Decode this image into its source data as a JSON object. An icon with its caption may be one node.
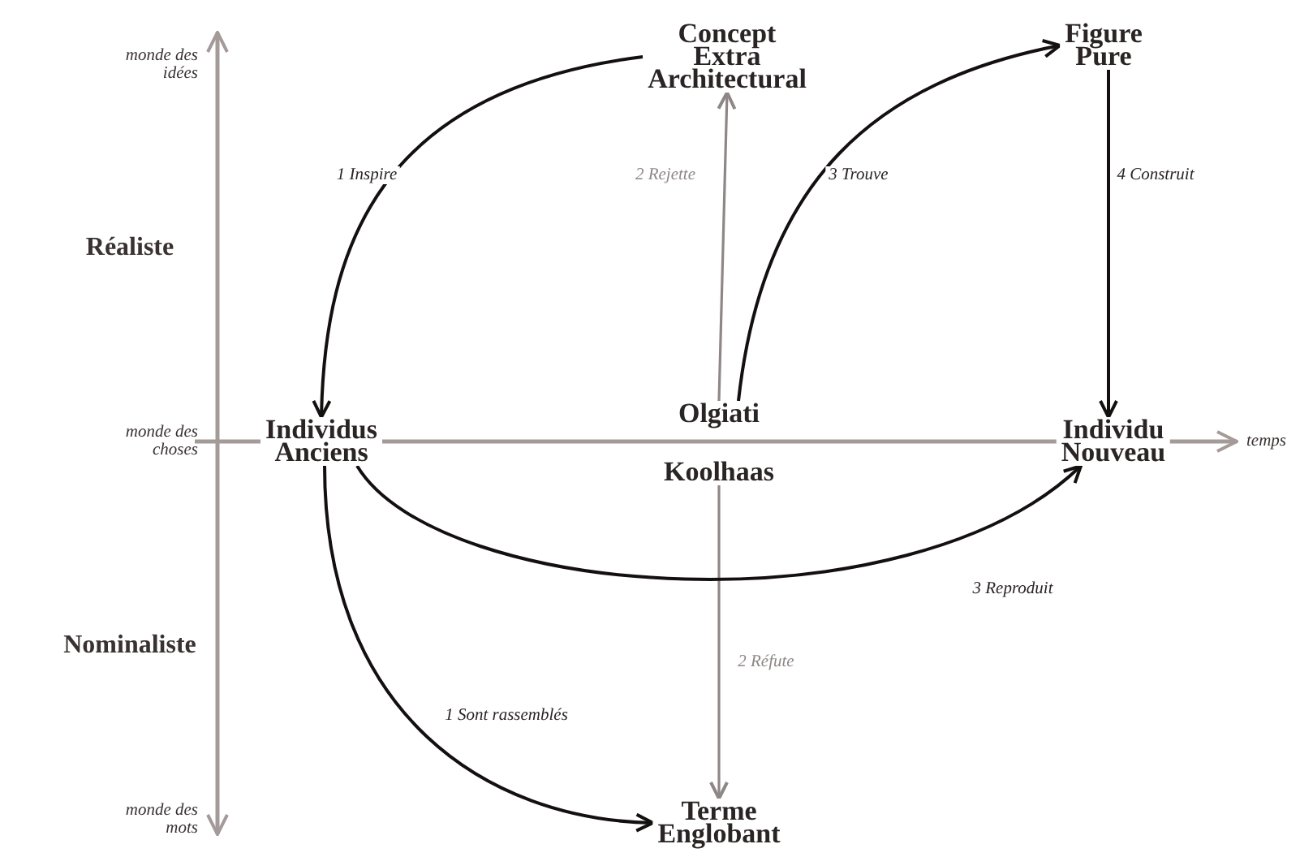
{
  "diagram": {
    "nodes": [
      {
        "text": [
          "Concept Extra Architectural"
        ]
      },
      {
        "text": [
          "Figure Pure"
        ]
      },
      {
        "text": [
          "Individus Anciens"
        ]
      },
      {
        "text": [
          "Olgiati"
        ]
      },
      {
        "text": [
          "Koolhaas"
        ]
      },
      {
        "text": [
          "Individu Nouveau"
        ]
      },
      {
        "text": [
          "Terme Englobant"
        ]
      }
    ],
    "edges": [
      {
        "from": 0,
        "to": 2,
        "arrow": "to",
        "label": "1 Inspire"
      },
      {
        "from": 3,
        "to": 0,
        "arrow": "to",
        "label": "2 Rejette",
        "color": "#8f8786"
      },
      {
        "from": 3,
        "to": 1,
        "arrow": "to",
        "label": "3 Trouve"
      },
      {
        "from": 1,
        "to": 5,
        "arrow": "to",
        "label": "4 Construit"
      },
      {
        "from": 4,
        "to": 6,
        "arrow": "to",
        "label": "2 Réfute",
        "color": "#8f8786"
      },
      {
        "from": 2,
        "to": 5,
        "arrow": "to",
        "label": "3 Reproduit"
      },
      {
        "from": 2,
        "to": 6,
        "arrow": "to",
        "label": "1 Sont rassemblés"
      }
    ],
    "labels": [
      "monde des idées",
      "Réaliste",
      "monde des choses",
      "Nominaliste",
      "monde des mots",
      "temps"
    ]
  }
}
